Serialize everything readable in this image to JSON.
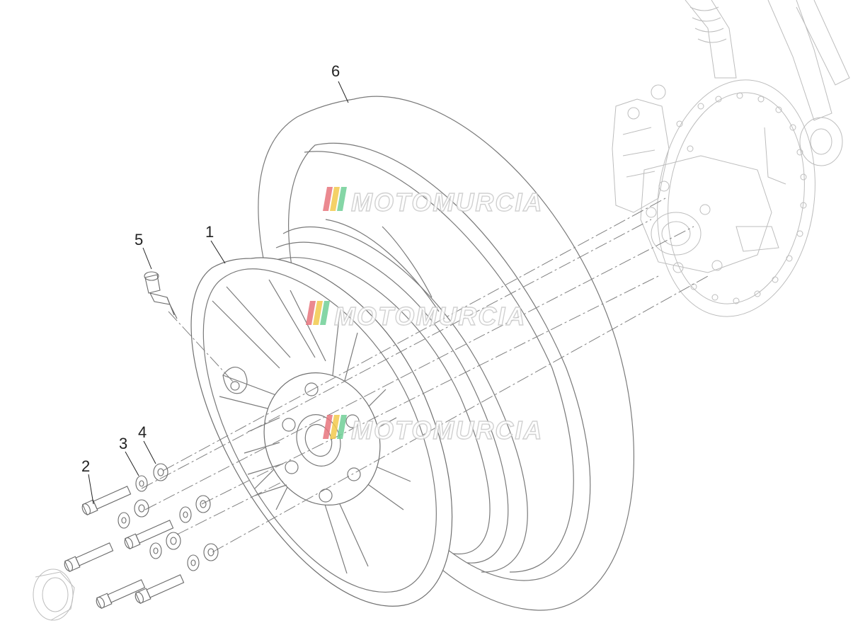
{
  "callouts": [
    {
      "id": "1",
      "label": "1"
    },
    {
      "id": "2",
      "label": "2"
    },
    {
      "id": "3",
      "label": "3"
    },
    {
      "id": "4",
      "label": "4"
    },
    {
      "id": "5",
      "label": "5"
    },
    {
      "id": "6",
      "label": "6"
    }
  ],
  "watermark": {
    "text": "MOTOMURCIA",
    "colors": [
      "#e8747c",
      "#f2c94c",
      "#6fcf97"
    ]
  }
}
